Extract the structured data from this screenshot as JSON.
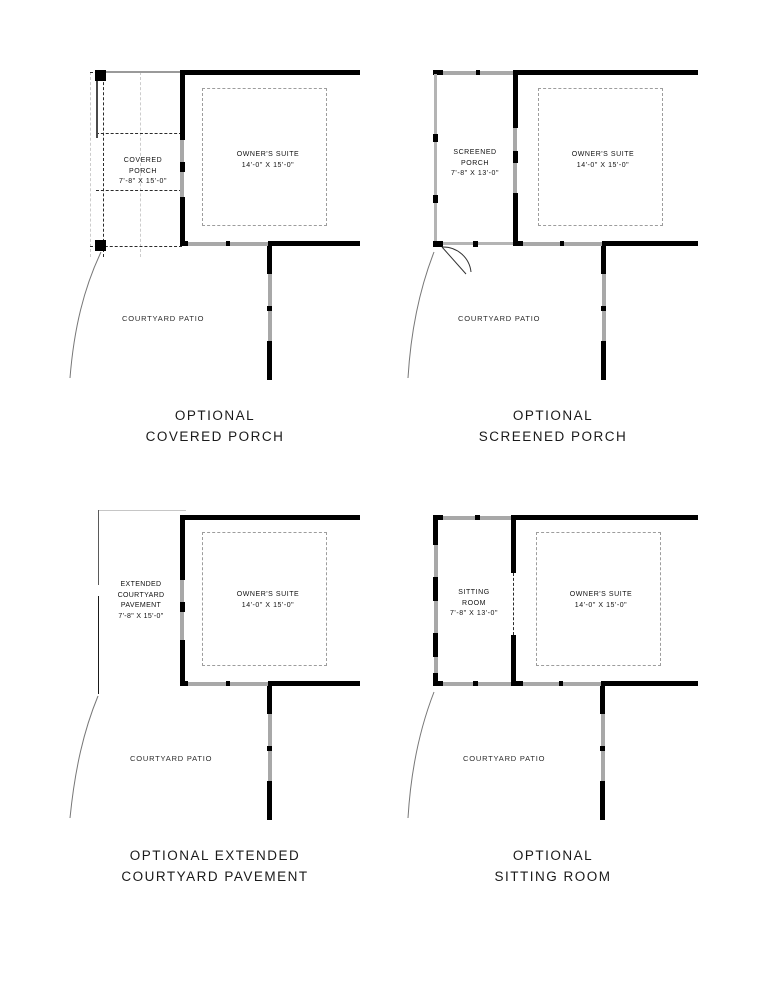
{
  "sheet": {
    "background_color": "#ffffff",
    "wall_color": "#000000",
    "screen_wall_color": "#b4b4b4",
    "window_color": "#a8a8a8",
    "dashed_color": "#9d9d9d"
  },
  "panels": [
    {
      "id": "optional-covered-porch",
      "caption_line1": "OPTIONAL",
      "caption_line2": "COVERED PORCH",
      "left_room": {
        "name_line1": "COVERED",
        "name_line2": "PORCH",
        "dimensions": "7'-8\" X 15'-0\""
      },
      "right_room": {
        "name": "OWNER'S SUITE",
        "dimensions": "14'-0\" X 15'-0\""
      },
      "patio_label": "COURTYARD PATIO"
    },
    {
      "id": "optional-screened-porch",
      "caption_line1": "OPTIONAL",
      "caption_line2": "SCREENED PORCH",
      "left_room": {
        "name_line1": "SCREENED",
        "name_line2": "PORCH",
        "dimensions": "7'-8\" X 13'-0\""
      },
      "right_room": {
        "name": "OWNER'S SUITE",
        "dimensions": "14'-0\" X 15'-0\""
      },
      "patio_label": "COURTYARD PATIO"
    },
    {
      "id": "optional-extended-courtyard-pavement",
      "caption_line1": "OPTIONAL EXTENDED",
      "caption_line2": "COURTYARD PAVEMENT",
      "left_room": {
        "name_line1": "EXTENDED",
        "name_line2": "COURTYARD",
        "name_line3": "PAVEMENT",
        "dimensions": "7'-8\" X 15'-0\""
      },
      "right_room": {
        "name": "OWNER'S SUITE",
        "dimensions": "14'-0\" X 15'-0\""
      },
      "patio_label": "COURTYARD PATIO"
    },
    {
      "id": "optional-sitting-room",
      "caption_line1": "OPTIONAL",
      "caption_line2": "SITTING ROOM",
      "left_room": {
        "name_line1": "SITTING",
        "name_line2": "ROOM",
        "dimensions": "7'-8\" X 13'-0\""
      },
      "right_room": {
        "name": "OWNER'S SUITE",
        "dimensions": "14'-0\" X 15'-0\""
      },
      "patio_label": "COURTYARD PATIO"
    }
  ]
}
